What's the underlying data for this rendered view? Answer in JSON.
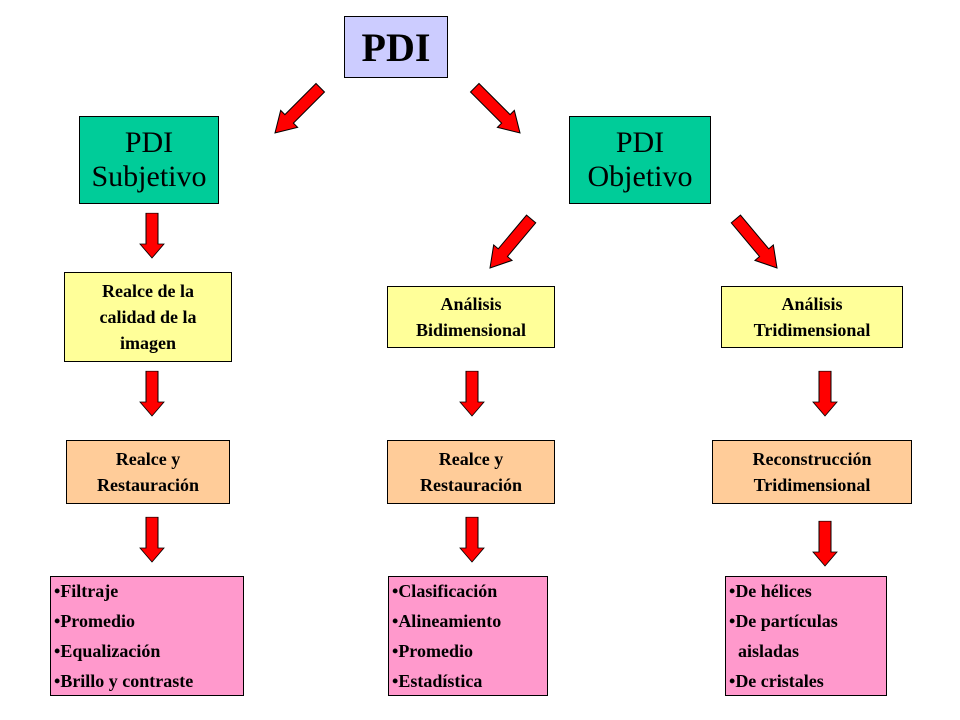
{
  "colors": {
    "root": "#ccccff",
    "level1": "#00cc99",
    "level2": "#ffff99",
    "level3": "#ffcc99",
    "level4": "#ff99cc",
    "arrow": "#ff0000"
  },
  "root": {
    "label": "PDI"
  },
  "subjective": {
    "title": [
      "PDI",
      "Subjetivo"
    ],
    "level2": [
      "Realce de la",
      "calidad de la",
      "imagen"
    ],
    "level3": [
      "Realce y",
      "Restauración"
    ],
    "items": [
      "Filtraje",
      "Promedio",
      "Equalización",
      "Brillo y contraste"
    ]
  },
  "objective": {
    "title": [
      "PDI",
      "Objetivo"
    ],
    "bidimensional": {
      "level2": [
        "Análisis",
        "Bidimensional"
      ],
      "level3": [
        "Realce y",
        "Restauración"
      ],
      "items": [
        "Clasificación",
        "Alineamiento",
        "Promedio",
        "Estadística"
      ]
    },
    "tridimensional": {
      "level2": [
        "Análisis",
        "Tridimensional"
      ],
      "level3": [
        "Reconstrucción",
        "Tridimensional"
      ],
      "items": [
        "De hélices",
        "De partículas",
        "  aisladas",
        "De cristales"
      ]
    }
  }
}
